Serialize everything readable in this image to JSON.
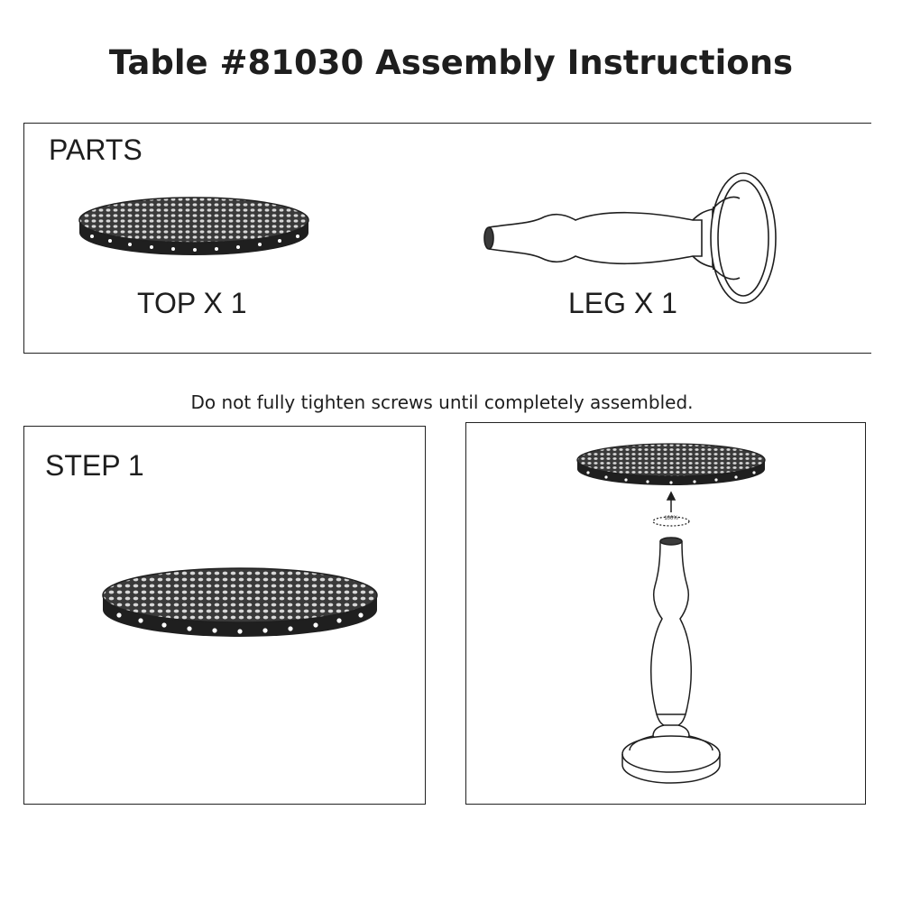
{
  "header": {
    "title": "Table #81030 Assembly Instructions"
  },
  "parts": {
    "heading": "PARTS",
    "items": [
      {
        "label": "TOP X 1",
        "icon": "table-top-icon"
      },
      {
        "label": "LEG X 1",
        "icon": "table-leg-icon"
      }
    ]
  },
  "note": "Do not fully tighten screws until completely assembled.",
  "step1": {
    "heading": "STEP 1",
    "rotation_label": "100%"
  }
}
